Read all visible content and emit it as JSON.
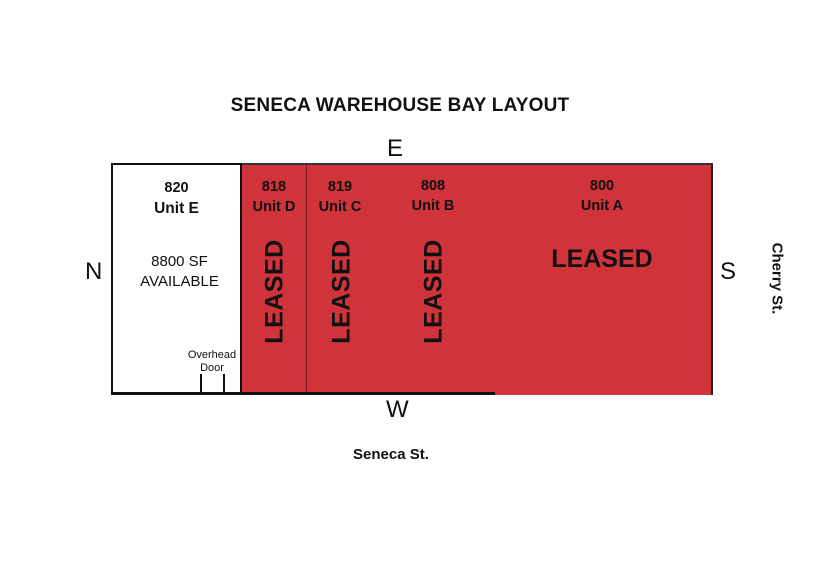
{
  "title": "SENECA WAREHOUSE BAY LAYOUT",
  "compass": {
    "north": "N",
    "south": "S",
    "east": "E",
    "west": "W"
  },
  "streets": {
    "west_side": "Seneca St.",
    "south_side": "Cherry St."
  },
  "colors": {
    "leased": "#d0333a",
    "available": "#ffffff",
    "outline": "#111111"
  },
  "units": [
    {
      "number": "820",
      "name": "Unit E",
      "status": "available",
      "area_label": "8800 SF",
      "status_label": "AVAILABLE",
      "feature": "Overhead",
      "feature2": "Door"
    },
    {
      "number": "818",
      "name": "Unit D",
      "status": "leased",
      "status_label": "LEASED"
    },
    {
      "number": "819",
      "name": "Unit C",
      "status": "leased",
      "status_label": "LEASED"
    },
    {
      "number": "808",
      "name": "Unit B",
      "status": "leased",
      "status_label": "LEASED"
    },
    {
      "number": "800",
      "name": "Unit A",
      "status": "leased",
      "status_label": "LEASED"
    }
  ]
}
